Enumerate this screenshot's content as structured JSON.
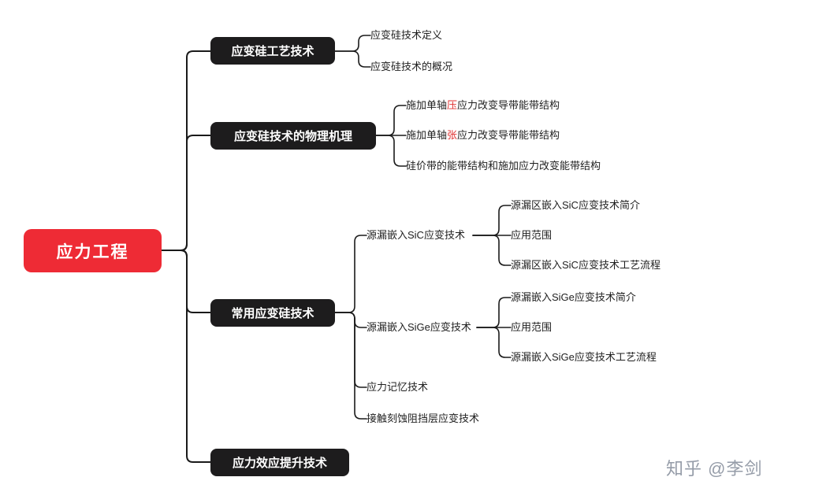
{
  "colors": {
    "root_bg": "#ee2b35",
    "branch_bg": "#1d1c1d",
    "highlight_text": "#e03131",
    "line": "#1a1a1a",
    "watermark": "#959ca8"
  },
  "root": {
    "label": "应力工程"
  },
  "branches": [
    {
      "label": "应变硅工艺技术",
      "children": [
        {
          "label": "应变硅技术定义"
        },
        {
          "label": "应变硅技术的概况"
        }
      ]
    },
    {
      "label": "应变硅技术的物理机理",
      "children": [
        {
          "prefix": "施加单轴",
          "highlight": "压",
          "suffix": "应力改变导带能带结构"
        },
        {
          "prefix": "施加单轴",
          "highlight": "张",
          "suffix": "应力改变导带能带结构"
        },
        {
          "label": "硅价带的能带结构和施加应力改变能带结构"
        }
      ]
    },
    {
      "label": "常用应变硅技术",
      "children": [
        {
          "label": "源漏嵌入SiC应变技术",
          "children": [
            {
              "label": "源漏区嵌入SiC应变技术简介"
            },
            {
              "label": "应用范围"
            },
            {
              "label": "源漏区嵌入SiC应变技术工艺流程"
            }
          ]
        },
        {
          "label": "源漏嵌入SiGe应变技术",
          "children": [
            {
              "label": "源漏嵌入SiGe应变技术简介"
            },
            {
              "label": "应用范围"
            },
            {
              "label": "源漏嵌入SiGe应变技术工艺流程"
            }
          ]
        },
        {
          "label": "应力记忆技术"
        },
        {
          "label": "接触刻蚀阻挡层应变技术"
        }
      ]
    },
    {
      "label": "应力效应提升技术",
      "children": []
    }
  ],
  "watermark": "知乎 @李剑"
}
